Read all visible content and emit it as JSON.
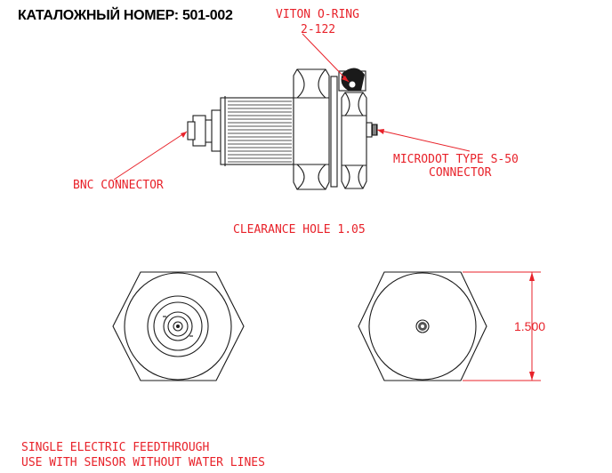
{
  "title": "КАТАЛОЖНЫЙ НОМЕР: 501-002",
  "labels": {
    "oring_line1": "VITON O-RING",
    "oring_line2": "2-122",
    "microdot_line1": "MICRODOT TYPE S-50",
    "microdot_line2": "CONNECTOR",
    "bnc": "BNC CONNECTOR",
    "clearance": "CLEARANCE HOLE 1.05",
    "dimension": "1.500",
    "note_line1": "SINGLE ELECTRIC FEEDTHROUGH",
    "note_line2": "USE WITH SENSOR WITHOUT WATER LINES"
  },
  "colors": {
    "annotation": "#e8222a",
    "drawing": "#1a1a1a"
  }
}
